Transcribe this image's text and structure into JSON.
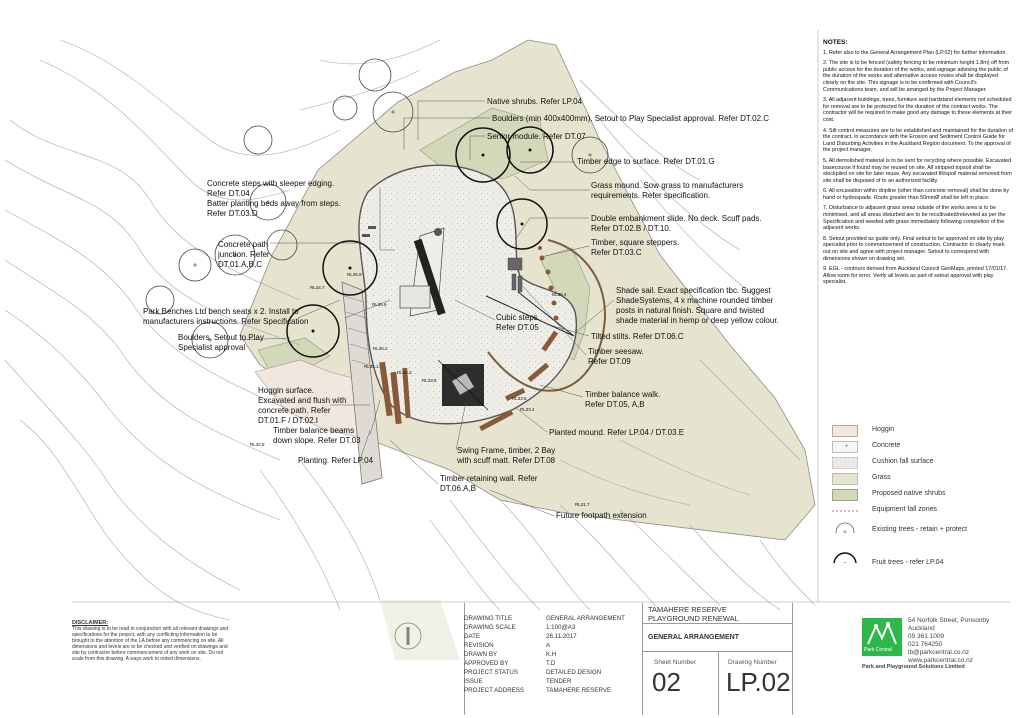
{
  "callouts": [
    {
      "id": "native-shrubs",
      "text": "Native shrubs. Refer LP.04"
    },
    {
      "id": "boulders-top",
      "text": "Boulders (min 400x400mm). Setout to Play Specialist approval. Refer DT.02.C"
    },
    {
      "id": "senior-module",
      "text": "Senior module. Refer DT.07"
    },
    {
      "id": "timber-edge",
      "text": "Timber edge to surface. Refer DT.01.G"
    },
    {
      "id": "concrete-steps",
      "text": "Concrete steps with sleeper edging.\nRefer DT.04\nBatter planting beds away from steps.\nRefer DT.03.D"
    },
    {
      "id": "grass-mound",
      "text": "Grass mound. Sow grass to manufacturers\nrequirements.  Refer specification."
    },
    {
      "id": "double-slide",
      "text": "Double embankment slide. No deck. Scuff pads.\nRefer DT.02.B / DT.10."
    },
    {
      "id": "concrete-path",
      "text": "Concrete path\njunction. Refer\nDT.01.A,B,C"
    },
    {
      "id": "timber-steppers",
      "text": "Timber, square steppers.\nRefer DT.03.C"
    },
    {
      "id": "shade-sail",
      "text": "Shade sail. Exact specification tbc. Suggest\nShadeSystems, 4 x machine rounded  timber\nposts in natural finish.  Square and twisted\nshade material in hemp or deep yellow colour."
    },
    {
      "id": "park-benches",
      "text": "Park Benches Ltd bench seats x 2. Install to\nmanufacturers instructions. Refer Specification"
    },
    {
      "id": "cubic-steps",
      "text": "Cubic steps.\nRefer DT.05"
    },
    {
      "id": "boulders-left",
      "text": "Boulders. Setout to Play\nSpecialist approval"
    },
    {
      "id": "tilted-stilts",
      "text": "Tilted stilts. Refer DT.06.C"
    },
    {
      "id": "timber-seesaw",
      "text": "Timber seesaw.\nRefer DT.09"
    },
    {
      "id": "hoggin-surface",
      "text": "Hoggin surface.\nExcavated and flush with\nconcrete path. Refer\nDT.01.F / DT.02.I"
    },
    {
      "id": "balance-walk",
      "text": "Timber balance walk.\nRefer DT.05, A,B"
    },
    {
      "id": "balance-beams",
      "text": "Timber balance beams\ndown slope. Refer DT.03"
    },
    {
      "id": "planted-mound",
      "text": "Planted mound. Refer LP.04 / DT.03.E"
    },
    {
      "id": "planting",
      "text": "Planting. Refer LP.04"
    },
    {
      "id": "swing-frame",
      "text": "Swing Frame, timber, 2 Bay\nwith scuff matt. Refer DT.08"
    },
    {
      "id": "retaining-wall",
      "text": "Timber retaining wall. Refer\nDT.06.A,B"
    },
    {
      "id": "future-footpath",
      "text": "Future footpath extension"
    }
  ],
  "notes": {
    "heading": "NOTES:",
    "items": [
      "1. Refer also to the General Arrangement Plan (LP.02) for further information.",
      "2. The site is to be fenced (safety fencing to be minimum height 1.8m) off from public access for the duration of the works, and signage advising the public of the duration of the works and alternative access routes shall be displayed clearly on the site. This signage is to be confirmed with Council's Communications team, and will be arranged by the Project Manager.",
      "3. All adjacent buildings, trees, furniture and hardstand elements not scheduled for removal are to be protected for the duration of the contract works. The contractor will be required to make good any damage to these elements at their cost.",
      "4. Silt control measures are to be established and maintained for the duration of the contract, in accordance with the Erosion and Sediment Control Guide for Land Disturbing Activities in the Auckland Region document. To the approval of the project manager.",
      "5. All demolished material is to be sent for recycling where possible. Excavated basecourse if found may be reused on site. All stripped topsoil shall be stockpiled on site for later reuse. Any excavated fill/spoil material removed from site shall be disposed of to an authorized facility.",
      "6. All excavation within dripline (other than concrete removal) shall be done by hand or hydrospade. Roots greater than 50mmØ shall be left in place.",
      "7. Disturbance to adjacent grass areas outside of the works area is to be minimised, and all areas disturbed are to be recultivated/releveled as per the Specification and seeded with grass immediately following completion of the adjacent works.",
      "8. Setout provided as guide only.  Final setout to be approved on site by play specialist prior to commencement of construction.  Contractor to clearly mark out on site and agree with project manager.  Setout to correspond with dimensions shown on drawing set.",
      "9. EGL - contours derived from Auckland Council GeoMaps,  printed 17/01/17.  Allow room for error. Verify all levels as part of setout approval with play specialist."
    ]
  },
  "legend": [
    {
      "label": "Hoggin",
      "swatch": "hoggin"
    },
    {
      "label": "Concrete",
      "swatch": "concrete"
    },
    {
      "label": "Cushion fall surface",
      "swatch": "cushion"
    },
    {
      "label": "Grass",
      "swatch": "grass"
    },
    {
      "label": "Proposed native shrubs",
      "swatch": "shrubs"
    },
    {
      "label": "Equipment fall zones",
      "swatch": "fallzone"
    },
    {
      "label": "Existing trees - retain + protect",
      "swatch": "tree"
    },
    {
      "label": "Fruit trees - refer LP.04",
      "swatch": "fruit"
    }
  ],
  "disclaimer": {
    "heading": "DISCLAIMER:",
    "text": "This drawing is to be read in conjunction with all relevant drawings and specifications for the project, with any conflicting information to be brought to the attention of the LA before any commencing on site. All dimensions and levels are to be checked and verified on drawings and site by contractor before commencement of any work on site.  Do not scale from this drawing.  A ways work to noted dimensions."
  },
  "titleblock": {
    "fields": [
      {
        "key": "DRAWING TITLE",
        "value": "GENERAL ARRANGEMENT"
      },
      {
        "key": "DRAWING SCALE",
        "value": "1:100@A3"
      },
      {
        "key": "DATE",
        "value": "28.11.2017"
      },
      {
        "key": "REVISION",
        "value": "A"
      },
      {
        "key": "DRAWN BY",
        "value": "K.H"
      },
      {
        "key": "APPROVED BY",
        "value": "T.D"
      },
      {
        "key": "PROJECT STATUS",
        "value": "DETAILED DESIGN"
      },
      {
        "key": "ISSUE",
        "value": "TENDER"
      },
      {
        "key": "PROJECT ADDRESS",
        "value": "TAMAHERE RESERVE"
      }
    ],
    "project_name": "TAMAHERE RESERVE",
    "project_sub": "PLAYGROUND RENEWAL",
    "drawing_title": "GENERAL ARRANGEMENT",
    "sheet_label": "Sheet Number",
    "sheet_number": "02",
    "drawing_label": "Drawing Number",
    "drawing_number": "LP.02"
  },
  "company": {
    "logo_text": "Park Central",
    "name": "Park and Playground Solutions Limited",
    "address": [
      "54 Norfolk Street, Ponsonby",
      "Auckland",
      "09 361 1009",
      "021 764250",
      "lb@parkcentral.co.nz",
      "www.parkcentral.co.nz"
    ]
  },
  "levels": [
    "RL35.9",
    "RL34.7",
    "RL35.6",
    "RL35.2",
    "RL35.1",
    "RL34.3",
    "RL33.8",
    "RL33.6",
    "RL33.4",
    "RL35.4",
    "RL32.8",
    "RL31.7"
  ],
  "colors": {
    "grass": "#e6e4cf",
    "shrubs": "#d2d8b8",
    "hoggin": "#f1e7de",
    "cushion": "#efede8",
    "timber": "#8a5a38",
    "accent": "#2fb84a"
  }
}
